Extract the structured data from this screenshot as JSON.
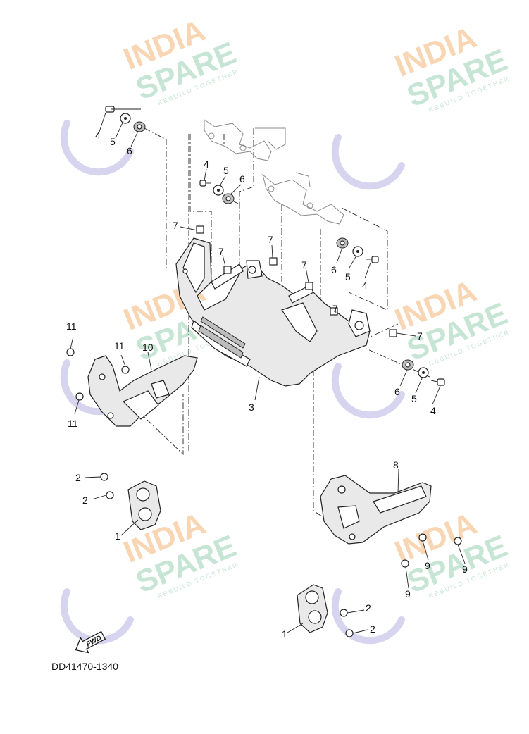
{
  "watermark": {
    "line1": "INDIA",
    "line2": "SPARE",
    "tagline": "REBUILD TOGETHER",
    "color_orange": "#f6c89a",
    "color_green": "#b5dcc6",
    "color_blue": "#c9c6ea"
  },
  "callouts": {
    "c1a": "1",
    "c1b": "1",
    "c2a": "2",
    "c2b": "2",
    "c2c": "2",
    "c2d": "2",
    "c3": "3",
    "c4a": "4",
    "c4b": "4",
    "c4c": "4",
    "c4d": "4",
    "c5a": "5",
    "c5b": "5",
    "c5c": "5",
    "c5d": "5",
    "c6a": "6",
    "c6b": "6",
    "c6c": "6",
    "c6d": "6",
    "c7a": "7",
    "c7b": "7",
    "c7c": "7",
    "c7d": "7",
    "c7e": "7",
    "c7f": "7",
    "c8": "8",
    "c9a": "9",
    "c9b": "9",
    "c9c": "9",
    "c10": "10",
    "c11a": "11",
    "c11b": "11",
    "c11c": "11"
  },
  "fwd_label": "FWD",
  "drawing_code": "DD41470-1340"
}
